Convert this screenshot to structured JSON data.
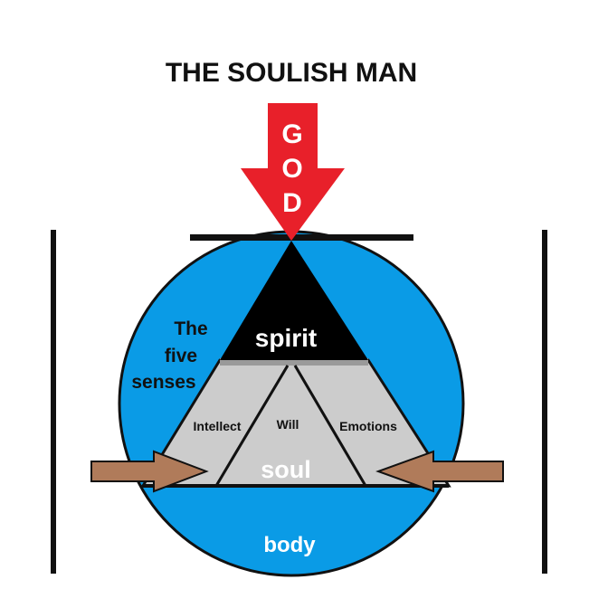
{
  "title": "THE SOULISH MAN",
  "god_letters": [
    "G",
    "O",
    "D"
  ],
  "spirit": "spirit",
  "five_senses": [
    "The",
    "five",
    "senses"
  ],
  "faculties": {
    "intellect": "Intellect",
    "will": "Will",
    "emotions": "Emotions"
  },
  "soul": "soul",
  "body": "body",
  "colors": {
    "body_blue": "#0a9be6",
    "god_red": "#e8202a",
    "spirit_black": "#000000",
    "soul_gray": "#cccccc",
    "arrow_brown": "#b07b5a",
    "outline": "#111111"
  }
}
